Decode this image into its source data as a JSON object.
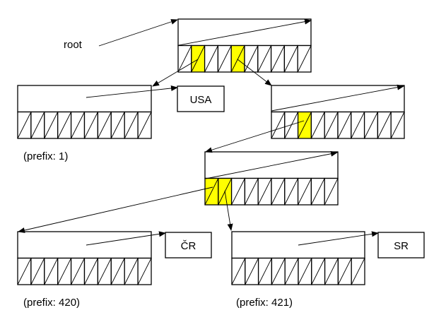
{
  "root_label": "root",
  "labels": {
    "usa": "USA",
    "cr": "ČR",
    "sr": "SR"
  },
  "prefixes": {
    "node1": "(prefix: 1)",
    "node420": "(prefix: 420)",
    "node421": "(prefix: 421)"
  },
  "nodes": [
    {
      "id": "root-node",
      "cells": 10,
      "highlighted": [
        1,
        4
      ]
    },
    {
      "id": "node-1",
      "cells": 10,
      "highlighted": []
    },
    {
      "id": "node-4",
      "cells": 10,
      "highlighted": [
        2
      ]
    },
    {
      "id": "node-42",
      "cells": 10,
      "highlighted": [
        0,
        1
      ]
    },
    {
      "id": "node-420",
      "cells": 10,
      "highlighted": []
    },
    {
      "id": "node-421",
      "cells": 10,
      "highlighted": []
    }
  ],
  "colors": {
    "highlight": "#ffff00",
    "stroke": "#000000",
    "background": "#ffffff"
  }
}
